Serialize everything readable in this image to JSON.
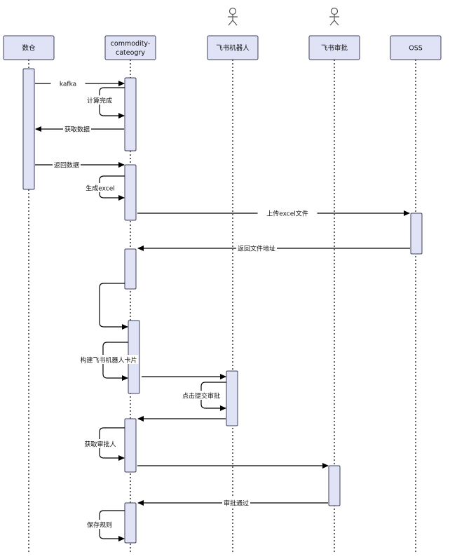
{
  "colors": {
    "box_fill": "#dfe3f5",
    "box_stroke": "#3c3c5a",
    "line": "#000000",
    "label_bg": "#ffffff"
  },
  "participants": [
    {
      "id": "shucang",
      "label": "数仓",
      "actor": false
    },
    {
      "id": "commodity",
      "label": "commodity-\ncateogry",
      "actor": false
    },
    {
      "id": "feishu_robot",
      "label": "飞书机器人",
      "actor": true
    },
    {
      "id": "feishu_approval",
      "label": "飞书审批",
      "actor": true
    },
    {
      "id": "oss",
      "label": "OSS",
      "actor": false
    }
  ],
  "messages": [
    {
      "id": "kafka",
      "label": "kafka",
      "from": "shucang",
      "to": "commodity"
    },
    {
      "id": "calc-done",
      "label": "计算完成",
      "from": "commodity",
      "to": "commodity"
    },
    {
      "id": "fetch-data",
      "label": "获取数据",
      "from": "commodity",
      "to": "shucang"
    },
    {
      "id": "return-data",
      "label": "返回数据",
      "from": "shucang",
      "to": "commodity"
    },
    {
      "id": "gen-excel",
      "label": "生成excel",
      "from": "commodity",
      "to": "commodity"
    },
    {
      "id": "upload-excel",
      "label": "上传excel文件",
      "from": "commodity",
      "to": "oss"
    },
    {
      "id": "return-url",
      "label": "返回文件地址",
      "from": "oss",
      "to": "commodity"
    },
    {
      "id": "self-call",
      "label": "",
      "from": "commodity",
      "to": "commodity"
    },
    {
      "id": "build-card",
      "label": "构建飞书机器人卡片",
      "from": "commodity",
      "to": "commodity"
    },
    {
      "id": "send-card",
      "label": "",
      "from": "commodity",
      "to": "feishu_robot"
    },
    {
      "id": "click-submit",
      "label": "点击提交审批",
      "from": "feishu_robot",
      "to": "feishu_robot"
    },
    {
      "id": "robot-return",
      "label": "",
      "from": "feishu_robot",
      "to": "commodity"
    },
    {
      "id": "get-approver",
      "label": "获取审批人",
      "from": "commodity",
      "to": "commodity"
    },
    {
      "id": "send-approval",
      "label": "",
      "from": "commodity",
      "to": "feishu_approval"
    },
    {
      "id": "approved",
      "label": "审批通过",
      "from": "feishu_approval",
      "to": "commodity"
    },
    {
      "id": "save-rules",
      "label": "保存规则",
      "from": "commodity",
      "to": "commodity"
    }
  ]
}
